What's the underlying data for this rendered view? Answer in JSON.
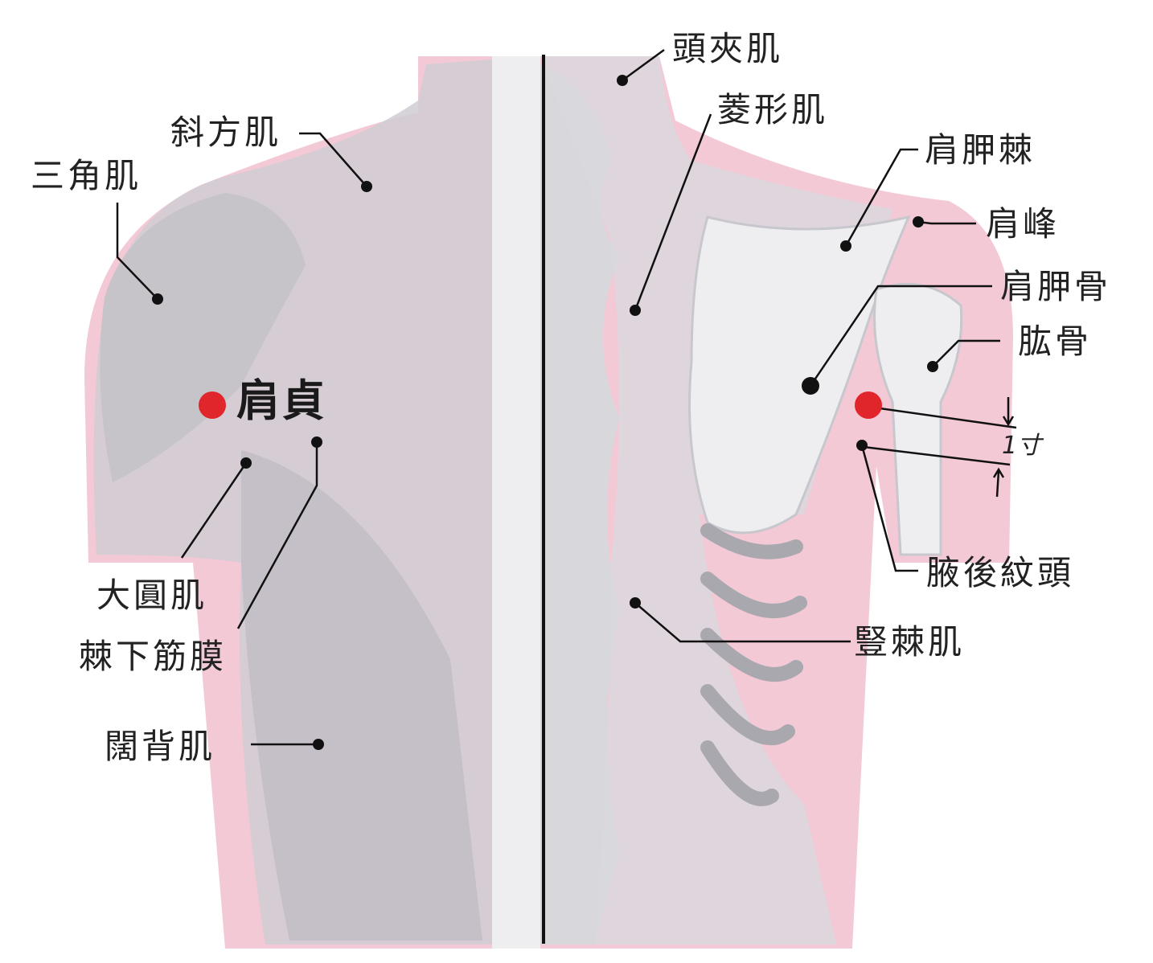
{
  "colors": {
    "acupoint": "#e0262a",
    "leader": "#111111",
    "muscle": "#cfcdd3",
    "pink": "#f3c9d5",
    "bone": "#ececef",
    "midline": "#111111"
  },
  "acupoint": {
    "name": "肩貞"
  },
  "labels": {
    "toujia": "頭夾肌",
    "lingxing": "菱形肌",
    "xiefang": "斜方肌",
    "sanjiao": "三角肌",
    "jianjiaji": "肩胛棘",
    "jianfeng": "肩峰",
    "jianjiagu": "肩胛骨",
    "gonggu": "肱骨",
    "dayuan": "大圓肌",
    "jixia": "棘下筋膜",
    "kuobei": "闊背肌",
    "yehou": "腋後紋頭",
    "shuji": "豎棘肌"
  },
  "measure": {
    "text": "1寸"
  }
}
